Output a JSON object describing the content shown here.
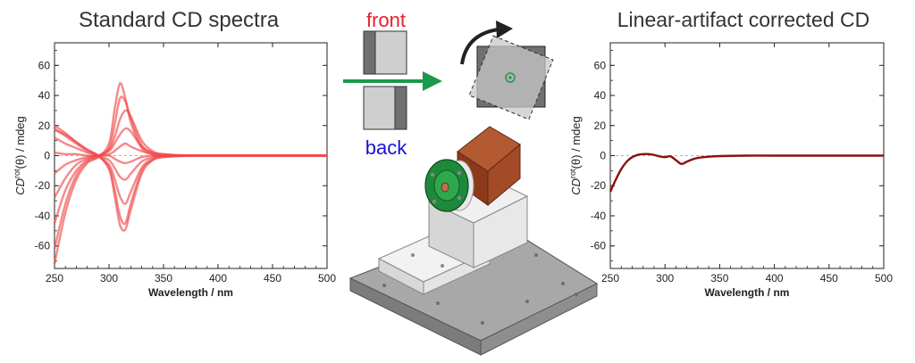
{
  "panels": {
    "left_title": "Standard CD spectra",
    "right_title": "Linear-artifact corrected CD",
    "front_label": "front",
    "back_label": "back"
  },
  "colors": {
    "front": "#e8202a",
    "back": "#1414d4",
    "standard_spectra": "#f04a4a",
    "corrected_spectrum": "#8b0f0f",
    "arrow": "#1a9a4a",
    "sample_dark": "#707070",
    "sample_light": "#cfcfcf"
  },
  "chart_data": [
    {
      "type": "line",
      "title": "Standard CD spectra",
      "xlabel": "Wavelength / nm",
      "ylabel": "CD^rot(θ) / mdeg",
      "xlim": [
        250,
        500
      ],
      "ylim": [
        -75,
        75
      ],
      "xticks": [
        250,
        300,
        350,
        400,
        450,
        500
      ],
      "yticks": [
        -60,
        -40,
        -20,
        0,
        20,
        40,
        60
      ],
      "zero_line": true,
      "series": [
        {
          "x": [
            250,
            260,
            270,
            280,
            290,
            300,
            305,
            310,
            315,
            320,
            330,
            340,
            350,
            375,
            400,
            450,
            500
          ],
          "y": [
            -72,
            -38,
            -16,
            -5,
            -1,
            8,
            30,
            48,
            38,
            22,
            5,
            1,
            0,
            0,
            0,
            0,
            0
          ]
        },
        {
          "x": [
            250,
            260,
            270,
            280,
            290,
            300,
            305,
            310,
            315,
            320,
            330,
            340,
            350,
            375,
            400,
            450,
            500
          ],
          "y": [
            -62,
            -32,
            -13,
            -4,
            -1,
            5,
            20,
            38,
            36,
            25,
            7,
            2,
            0,
            0,
            0,
            0,
            0
          ]
        },
        {
          "x": [
            250,
            260,
            270,
            280,
            290,
            300,
            305,
            310,
            315,
            320,
            330,
            340,
            350,
            375,
            400,
            450,
            500
          ],
          "y": [
            -45,
            -23,
            -10,
            -3,
            0,
            4,
            12,
            24,
            30,
            26,
            10,
            3,
            1,
            0,
            0,
            0,
            0
          ]
        },
        {
          "x": [
            250,
            260,
            270,
            280,
            290,
            300,
            305,
            310,
            315,
            320,
            330,
            340,
            350,
            375,
            400,
            450,
            500
          ],
          "y": [
            -28,
            -15,
            -6,
            -2,
            0,
            3,
            8,
            14,
            18,
            16,
            6,
            2,
            1,
            0,
            0,
            0,
            0
          ]
        },
        {
          "x": [
            250,
            260,
            270,
            280,
            290,
            300,
            305,
            310,
            315,
            320,
            330,
            340,
            350,
            375,
            400,
            450,
            500
          ],
          "y": [
            -12,
            -6,
            -3,
            -1,
            0,
            1,
            3,
            6,
            8,
            6,
            3,
            1,
            0,
            0,
            0,
            0,
            0
          ]
        },
        {
          "x": [
            250,
            260,
            270,
            280,
            290,
            300,
            305,
            310,
            315,
            320,
            330,
            340,
            350,
            375,
            400,
            450,
            500
          ],
          "y": [
            2,
            1,
            1,
            0,
            0,
            0,
            -2,
            -4,
            -5,
            -4,
            -1,
            0,
            0,
            0,
            0,
            0,
            0
          ]
        },
        {
          "x": [
            250,
            260,
            270,
            280,
            290,
            300,
            305,
            310,
            315,
            320,
            330,
            340,
            350,
            375,
            400,
            450,
            500
          ],
          "y": [
            12,
            8,
            5,
            2,
            0,
            -3,
            -8,
            -14,
            -16,
            -12,
            -4,
            -1,
            0,
            0,
            0,
            0,
            0
          ]
        },
        {
          "x": [
            250,
            260,
            270,
            280,
            290,
            300,
            305,
            310,
            315,
            320,
            330,
            340,
            350,
            375,
            400,
            450,
            500
          ],
          "y": [
            18,
            13,
            8,
            3,
            0,
            -6,
            -15,
            -27,
            -32,
            -24,
            -8,
            -2,
            0,
            0,
            0,
            0,
            0
          ]
        },
        {
          "x": [
            250,
            260,
            270,
            280,
            290,
            300,
            305,
            310,
            315,
            320,
            330,
            340,
            350,
            375,
            400,
            450,
            500
          ],
          "y": [
            20,
            15,
            9,
            4,
            0,
            -8,
            -22,
            -40,
            -45,
            -32,
            -10,
            -3,
            -1,
            0,
            0,
            0,
            0
          ]
        },
        {
          "x": [
            250,
            260,
            270,
            280,
            290,
            300,
            305,
            310,
            315,
            320,
            330,
            340,
            350,
            375,
            400,
            450,
            500
          ],
          "y": [
            17,
            14,
            9,
            4,
            0,
            -9,
            -26,
            -46,
            -49,
            -36,
            -12,
            -3,
            -1,
            0,
            0,
            0,
            0
          ]
        }
      ]
    },
    {
      "type": "line",
      "title": "Linear-artifact corrected CD",
      "xlabel": "Wavelength / nm",
      "ylabel": "CD^rot(θ) / mdeg",
      "xlim": [
        250,
        500
      ],
      "ylim": [
        -75,
        75
      ],
      "xticks": [
        250,
        300,
        350,
        400,
        450,
        500
      ],
      "yticks": [
        -60,
        -40,
        -20,
        0,
        20,
        40,
        60
      ],
      "zero_line": true,
      "series": [
        {
          "x": [
            250,
            255,
            260,
            265,
            270,
            275,
            280,
            285,
            290,
            295,
            300,
            305,
            310,
            315,
            320,
            325,
            330,
            340,
            350,
            375,
            400,
            450,
            500
          ],
          "y": [
            -24,
            -16,
            -9,
            -4,
            -1,
            0.5,
            1,
            1,
            0.5,
            -0.5,
            -1,
            -0.5,
            -3,
            -5.5,
            -4,
            -2.5,
            -1.5,
            -0.7,
            -0.3,
            0,
            0,
            0,
            0
          ]
        }
      ]
    }
  ]
}
